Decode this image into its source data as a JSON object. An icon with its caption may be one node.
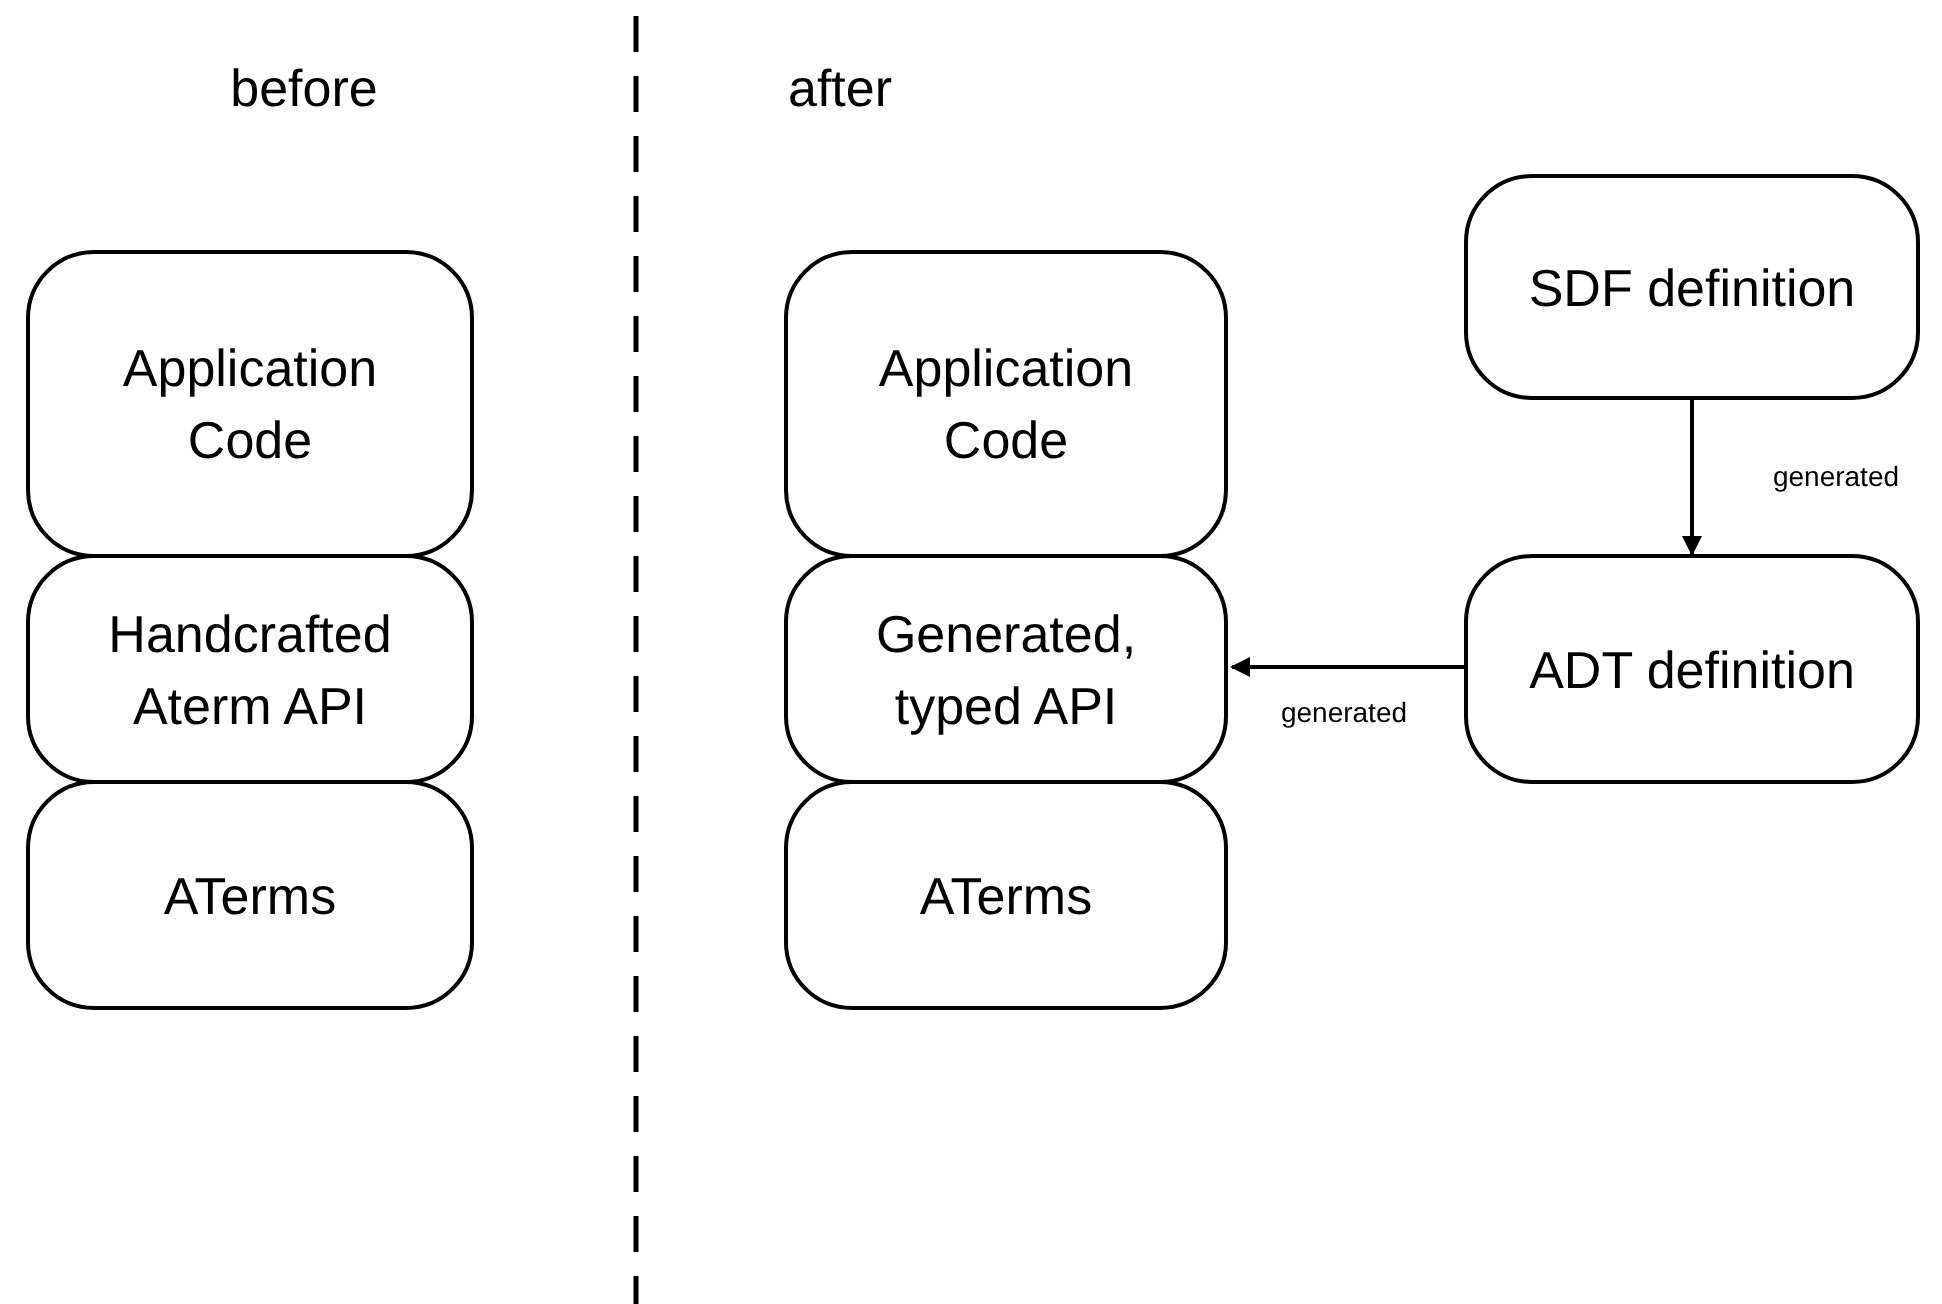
{
  "diagram": {
    "nodes": [
      {
        "text": [
          "Application Code"
        ]
      },
      {
        "text": [
          "Handcrafted Aterm API"
        ]
      },
      {
        "text": [
          "ATerms"
        ]
      },
      {
        "text": [
          "Application Code"
        ]
      },
      {
        "text": [
          "Generated, typed API"
        ]
      },
      {
        "text": [
          "ATerms"
        ]
      },
      {
        "text": [
          "SDF definition"
        ]
      },
      {
        "text": [
          "ADT definition"
        ]
      }
    ],
    "edges": [
      {
        "from": 6,
        "to": 7,
        "arrow": "to",
        "label": "generated"
      },
      {
        "from": 7,
        "to": 4,
        "arrow": "to",
        "label": "generated"
      }
    ],
    "labels": [
      "before",
      "after"
    ]
  }
}
